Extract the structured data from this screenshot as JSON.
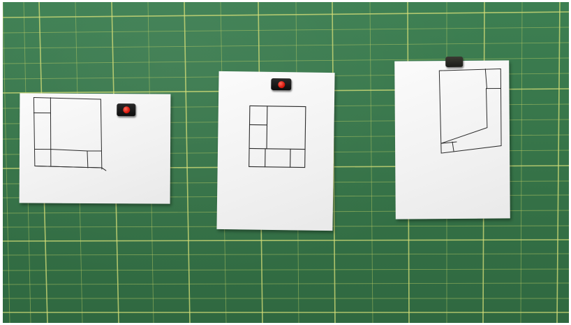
{
  "scene": {
    "board_color": "#357247",
    "grid_line_color": "#d8e07a",
    "paper_color": "#f4f4f4",
    "sketch_color": "#2b2b2b",
    "magnet_color": "#111111",
    "magnet_dot_color": "#d8180d"
  },
  "sheets": [
    {
      "name": "left-sheet",
      "sketch": "square-with-border-cells-left-bottom",
      "magnet": "red-dot"
    },
    {
      "name": "middle-sheet",
      "sketch": "square-with-border-cells-left-bottom",
      "magnet": "red-dot"
    },
    {
      "name": "right-sheet",
      "sketch": "quadrilateral-with-border-cells-right-bottom",
      "magnet": "plain"
    }
  ]
}
